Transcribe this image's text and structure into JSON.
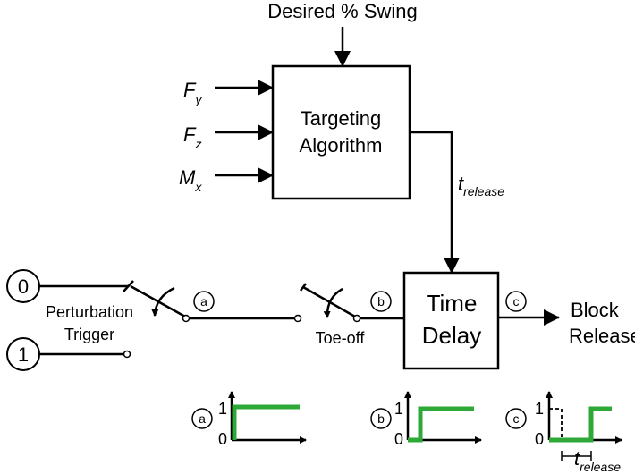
{
  "top_input": "Desired % Swing",
  "inputs": [
    {
      "sym": "F",
      "sub": "y"
    },
    {
      "sym": "F",
      "sub": "z"
    },
    {
      "sym": "M",
      "sub": "x"
    }
  ],
  "targeting_block": {
    "line1": "Targeting",
    "line2": "Algorithm"
  },
  "t_release": {
    "sym": "t",
    "sub": "release"
  },
  "time_delay_block": {
    "line1": "Time",
    "line2": "Delay"
  },
  "output": {
    "line1": "Block",
    "line2": "Release"
  },
  "trigger_states": [
    "0",
    "1"
  ],
  "perturbation_label": {
    "line1": "Perturbation",
    "line2": "Trigger"
  },
  "toe_off_label": "Toe-off",
  "nodes": {
    "a": "a",
    "b": "b",
    "c": "c"
  },
  "graphs": [
    {
      "node": "a",
      "y_top": "1",
      "y_bottom": "0"
    },
    {
      "node": "b",
      "y_top": "1",
      "y_bottom": "0"
    },
    {
      "node": "c",
      "y_top": "1",
      "y_bottom": "0",
      "t_sym": "t",
      "t_sub": "release"
    }
  ],
  "colors": {
    "signal": "#2ea836",
    "line": "#000000"
  }
}
